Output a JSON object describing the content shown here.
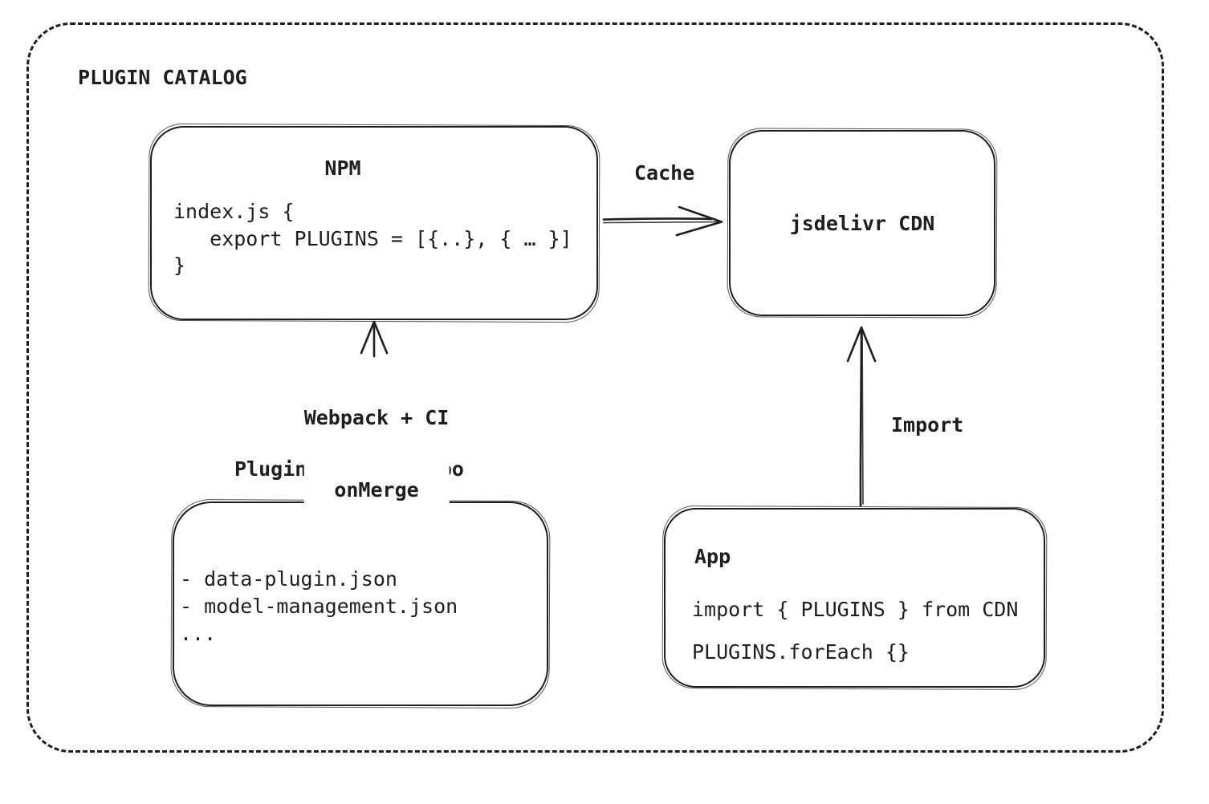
{
  "title": "PLUGIN CATALOG",
  "colors": {
    "stroke": "#1e1e1e",
    "background": "#ffffff"
  },
  "nodes": {
    "npm": {
      "title": "NPM",
      "code_lines": [
        "index.js {",
        "   export PLUGINS = [{..}, { … }]",
        "}"
      ]
    },
    "cdn": {
      "label": "jsdelivr CDN"
    },
    "repo": {
      "label": "Plugin Catalog Repo",
      "items": [
        "- data-plugin.json",
        "- model-management.json",
        "..."
      ]
    },
    "app": {
      "title": "App",
      "code_lines": [
        "import { PLUGINS } from CDN",
        "PLUGINS.forEach {}"
      ]
    }
  },
  "edges": {
    "cache": {
      "label": "Cache",
      "from": "NPM",
      "to": "jsdelivr CDN"
    },
    "build": {
      "label_line1": "Webpack + CI",
      "label_line2": "onMerge",
      "from": "Plugin Catalog Repo",
      "to": "NPM"
    },
    "import": {
      "label": "Import",
      "from": "App",
      "to": "jsdelivr CDN"
    }
  }
}
